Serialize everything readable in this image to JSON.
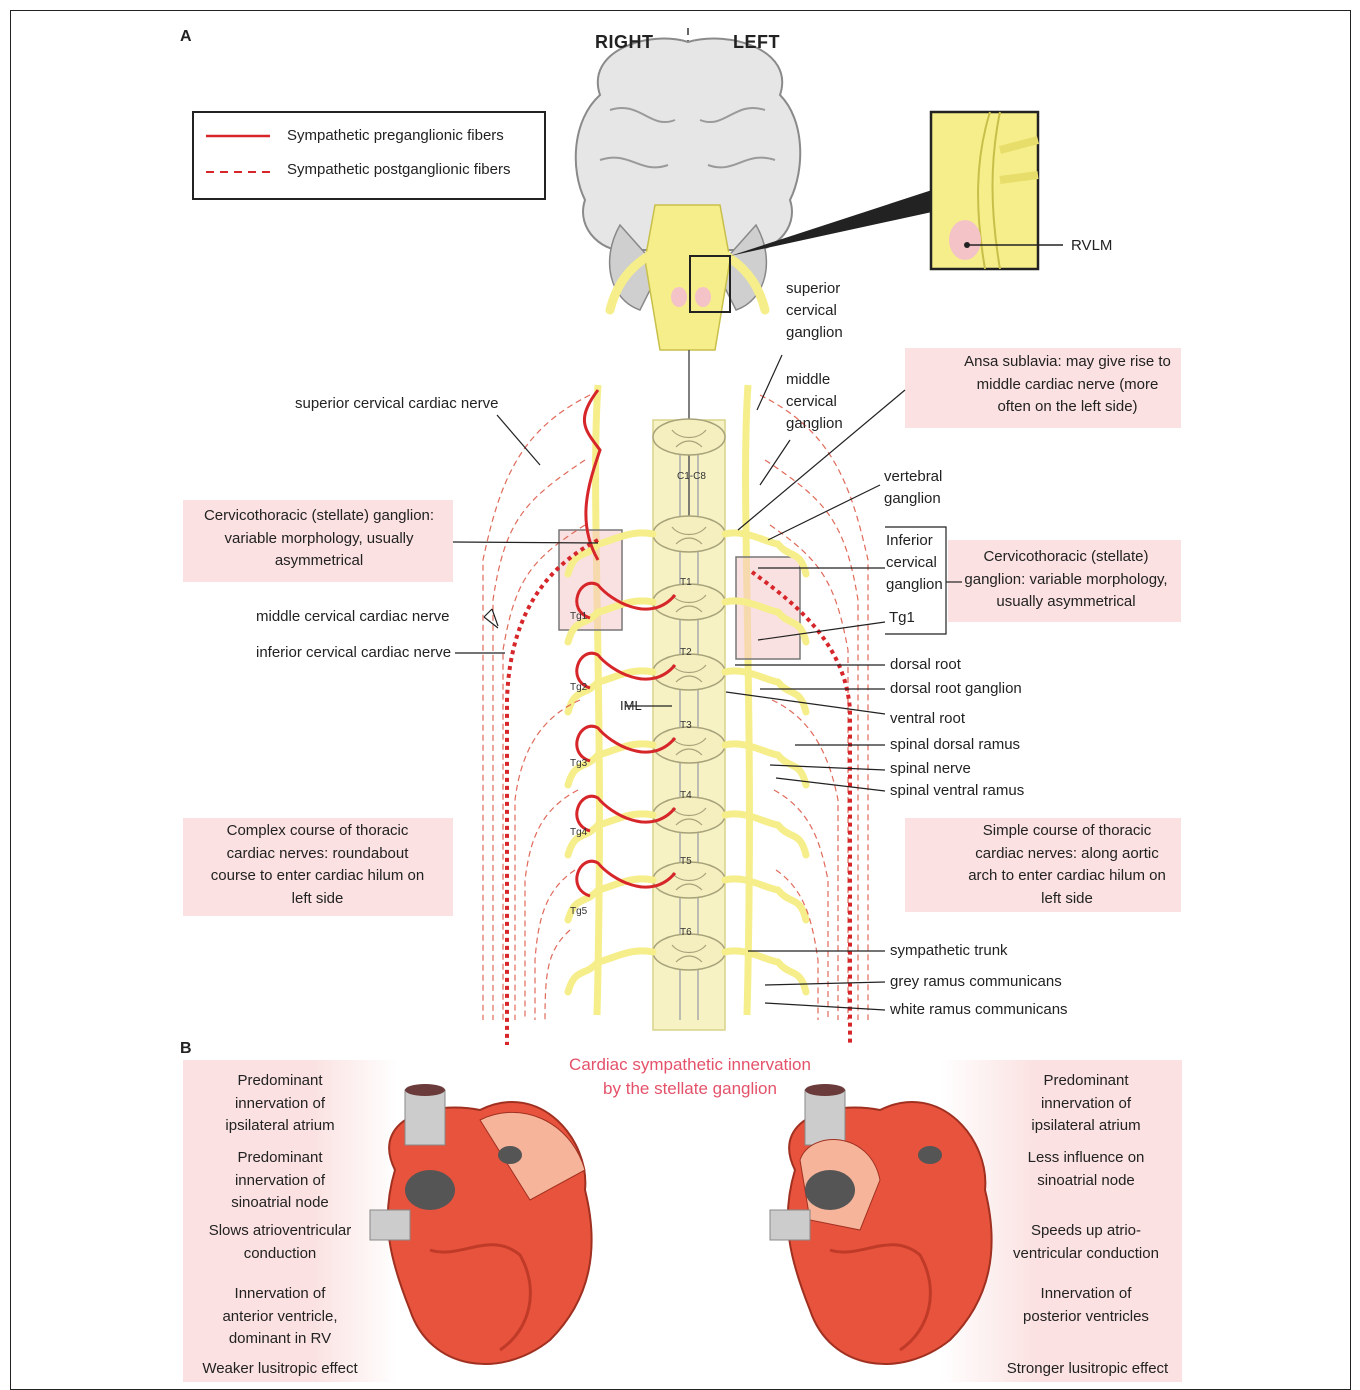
{
  "panels": {
    "a": "A",
    "b": "B"
  },
  "sides": {
    "right": "RIGHT",
    "left": "LEFT"
  },
  "legend": {
    "pre": "Sympathetic preganglionic fibers",
    "post": "Sympathetic postganglionic fibers"
  },
  "colors": {
    "fiber_red": "#d6262a",
    "nerve_yellow": "#f6ee8a",
    "highlight_pink": "#fbe1e1",
    "title_pink": "#e4526a",
    "heart_red": "#e8533d"
  },
  "labels": {
    "rvlm": "RVLM",
    "superior_cervical_ganglion": [
      "superior",
      "cervical",
      "ganglion"
    ],
    "middle_cervical_ganglion": [
      "middle",
      "cervical",
      "ganglion"
    ],
    "superior_cervical_cardiac_nerve": "superior cervical cardiac nerve",
    "middle_cervical_cardiac_nerve": "middle cervical cardiac nerve",
    "inferior_cervical_cardiac_nerve": "inferior  cervical cardiac nerve",
    "vertebral_ganglion": [
      "vertebral",
      "ganglion"
    ],
    "inferior_cervical_ganglion": [
      "Inferior",
      "cervical",
      "ganglion"
    ],
    "tg1_right": "Tg1",
    "dorsal_root": "dorsal root",
    "dorsal_root_ganglion": "dorsal root ganglion",
    "ventral_root": "ventral root",
    "spinal_dorsal_ramus": "spinal dorsal ramus",
    "spinal_nerve": "spinal nerve",
    "spinal_ventral_ramus": "spinal ventral ramus",
    "sympathetic_trunk": "sympathetic trunk",
    "grey_ramus": "grey ramus communicans",
    "white_ramus": "white ramus communicans",
    "iml": "IML",
    "c1c8": "C1-C8",
    "segments": [
      "T1",
      "T2",
      "T3",
      "T4",
      "T5",
      "T6"
    ],
    "ganglia": [
      "Tg1",
      "Tg2",
      "Tg3",
      "Tg4",
      "Tg5"
    ]
  },
  "boxes": {
    "ansa": "Ansa sublavia: may give rise to middle cardiac nerve (more often on the left side)",
    "stellate_right": "Cervicothoracic (stellate) ganglion: variable morphology, usually asymmetrical",
    "stellate_left": "Cervicothoracic (stellate) ganglion: variable morphology, usually asymmetrical",
    "complex_course": "Complex course of thoracic cardiac nerves: roundabout course to enter cardiac hilum on left side",
    "simple_course": "Simple course of thoracic cardiac nerves: along aortic arch to enter cardiac hilum on left side"
  },
  "title_b": [
    "Cardiac sympathetic innervation",
    "by the stellate ganglion"
  ],
  "right_effects": [
    "Predominant innervation of ipsilateral atrium",
    "Predominant innervation of sinoatrial node",
    "Slows atrioventricular conduction",
    "Innervation of anterior ventricle, dominant in RV",
    "Weaker lusitropic effect"
  ],
  "left_effects": [
    "Predominant innervation of ipsilateral atrium",
    "Less influence on sinoatrial node",
    "Speeds up atrio-ventricular conduction",
    "Innervation of posterior ventricles",
    "Stronger lusitropic effect"
  ]
}
